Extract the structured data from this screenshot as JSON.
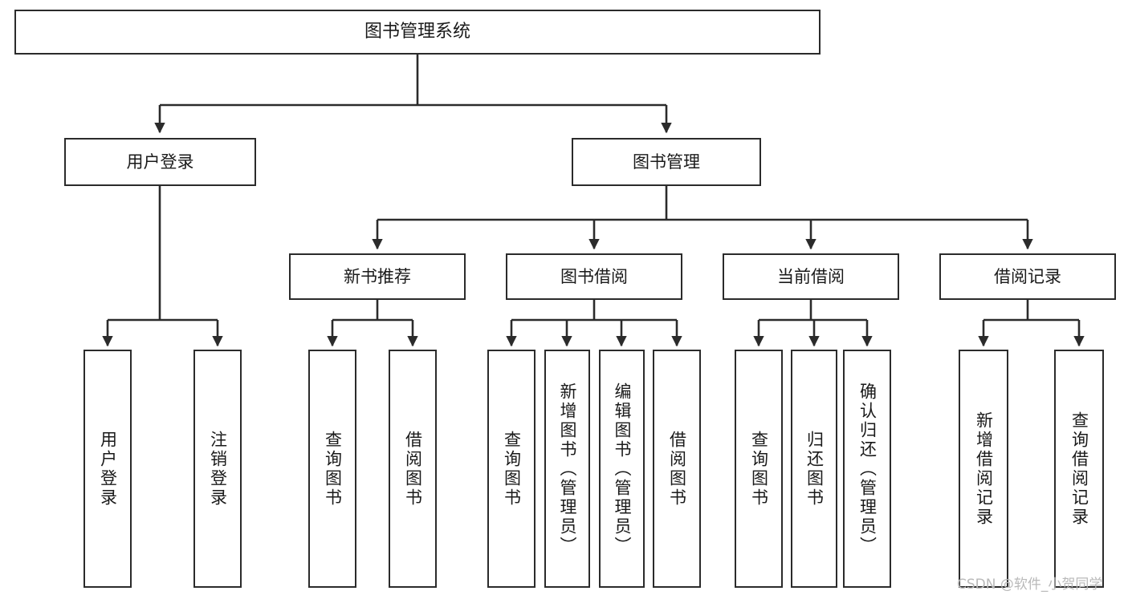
{
  "diagram": {
    "type": "tree-hierarchy",
    "background_color": "#ffffff",
    "line_color": "#2b2b2b",
    "text_color": "#1a1a1a",
    "root": {
      "label": "图书管理系统"
    },
    "level1": [
      {
        "label": "用户登录"
      },
      {
        "label": "图书管理"
      }
    ],
    "level2": [
      {
        "label": "新书推荐"
      },
      {
        "label": "图书借阅"
      },
      {
        "label": "当前借阅"
      },
      {
        "label": "借阅记录"
      }
    ],
    "leaves": {
      "user_login": [
        {
          "label": "用户登录"
        },
        {
          "label": "注销登录"
        }
      ],
      "new_book_recommend": [
        {
          "label": "查询图书"
        },
        {
          "label": "借阅图书"
        }
      ],
      "book_borrow": [
        {
          "label": "查询图书"
        },
        {
          "label": "新增图书（管理员）"
        },
        {
          "label": "编辑图书（管理员）"
        },
        {
          "label": "借阅图书"
        }
      ],
      "current_borrow": [
        {
          "label": "查询图书"
        },
        {
          "label": "归还图书"
        },
        {
          "label": "确认归还（管理员）"
        }
      ],
      "borrow_record": [
        {
          "label": "新增借阅记录"
        },
        {
          "label": "查询借阅记录"
        }
      ]
    }
  },
  "watermark": {
    "text": "CSDN @软件_小贺同学"
  }
}
